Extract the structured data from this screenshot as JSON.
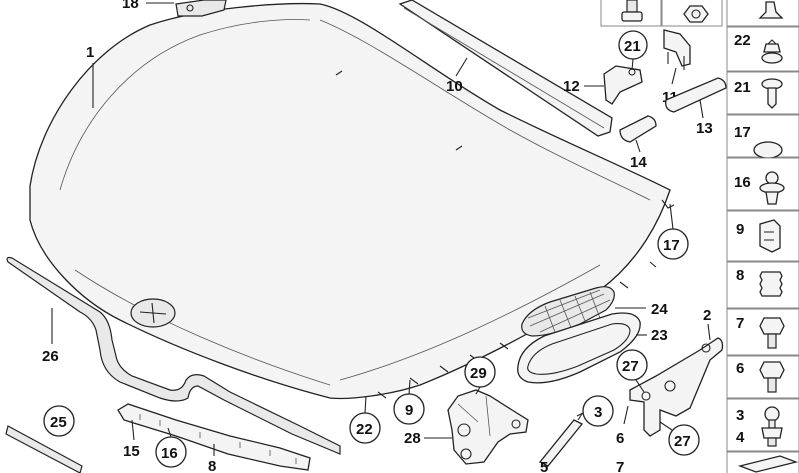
{
  "labels": {
    "l18": "18",
    "l1": "1",
    "l10": "10",
    "l21a": "21",
    "l12": "12",
    "l11": "11",
    "l13": "13",
    "l14": "14",
    "l17a": "17",
    "l26": "26",
    "l24": "24",
    "l23": "23",
    "l2": "2",
    "l27a": "27",
    "l29": "29",
    "l3": "3",
    "l9": "9",
    "l22a": "22",
    "l28": "28",
    "l6": "6",
    "l27b": "27",
    "l7a": "7",
    "l5": "5",
    "l25": "25",
    "l15": "15",
    "l16a": "16",
    "l8a": "8"
  },
  "sidebar": {
    "s22": "22",
    "s21": "21",
    "s17": "17",
    "s16": "16",
    "s9": "9",
    "s8": "8",
    "s7": "7",
    "s6": "6",
    "s3": "3",
    "s4": "4"
  }
}
